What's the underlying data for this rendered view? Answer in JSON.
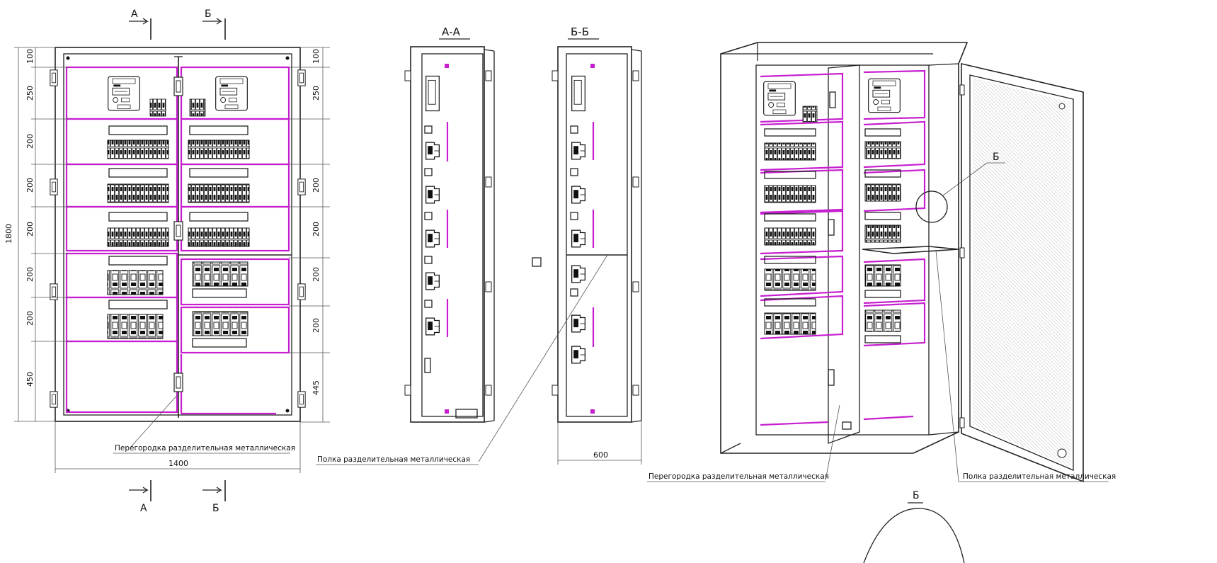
{
  "section_marks": {
    "a_top": "А",
    "b_top": "Б",
    "a_bottom": "А",
    "b_bottom": "Б"
  },
  "section_titles": {
    "aa": "А-А",
    "bb": "Б-Б"
  },
  "detail_label": "Б",
  "detail_title": "Б",
  "dimensions": {
    "height_total": "1800",
    "width_total": "1400",
    "depth": "600",
    "left": [
      "100",
      "250",
      "200",
      "200",
      "200",
      "200",
      "200",
      "450"
    ],
    "right": [
      "100",
      "250",
      "200",
      "200",
      "200",
      "200",
      "445"
    ]
  },
  "callouts": {
    "partition_front": "Перегородка разделительная металлическая",
    "shelf_section": "Полка разделительная металлическая",
    "partition_iso": "Перегородка разделительная металлическая",
    "shelf_iso": "Полка разделительная металлическая"
  },
  "colors": {
    "line": "#222222",
    "dinrail": "#c61fd0",
    "background": "#ffffff"
  },
  "icons": {
    "meter": "electric-meter-icon",
    "breaker": "circuit-breaker-icon",
    "hinge": "hinge-icon"
  }
}
